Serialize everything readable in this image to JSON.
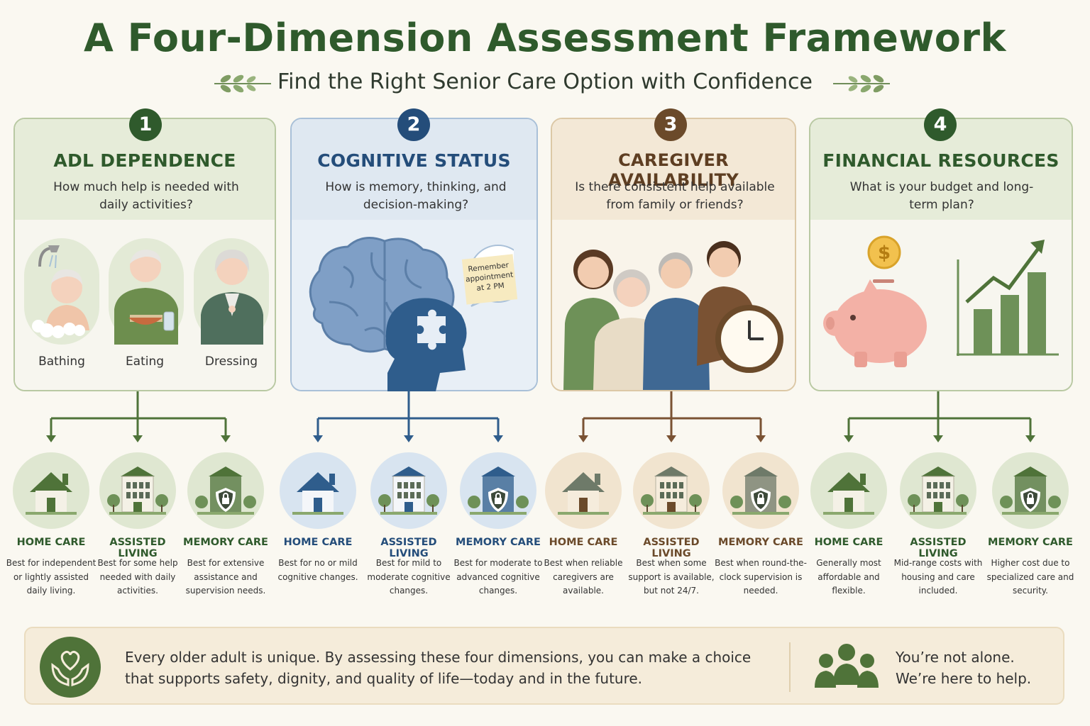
{
  "header": {
    "title": "A Four-Dimension Assessment Framework",
    "subtitle": "Find the Right Senior Care Option with Confidence"
  },
  "colors": {
    "green": "#2f5a2c",
    "blue": "#244d7a",
    "brown": "#6b4a2a",
    "financial_green": "#2f5a2c"
  },
  "dimensions": [
    {
      "number": "1",
      "title": "ADL DEPENDENCE",
      "question": "How much help is needed with daily activities?",
      "activities": [
        "Bathing",
        "Eating",
        "Dressing"
      ],
      "options": [
        {
          "name": "HOME CARE",
          "desc": "Best for independent or lightly assisted daily living."
        },
        {
          "name": "ASSISTED LIVING",
          "desc": "Best for some help needed with daily activities."
        },
        {
          "name": "MEMORY CARE",
          "desc": "Best for extensive assistance and supervision needs."
        }
      ]
    },
    {
      "number": "2",
      "title": "COGNITIVE STATUS",
      "question": "How is memory, thinking, and decision-making?",
      "note": "Remember appointment at 2 PM",
      "options": [
        {
          "name": "HOME CARE",
          "desc": "Best for no or mild cognitive changes."
        },
        {
          "name": "ASSISTED LIVING",
          "desc": "Best for mild to moderate cognitive changes."
        },
        {
          "name": "MEMORY CARE",
          "desc": "Best for moderate to advanced cognitive changes."
        }
      ]
    },
    {
      "number": "3",
      "title": "CAREGIVER AVAILABILITY",
      "question": "Is there consistent help available from family or friends?",
      "options": [
        {
          "name": "HOME CARE",
          "desc": "Best when reliable caregivers are available."
        },
        {
          "name": "ASSISTED LIVING",
          "desc": "Best when some support is available, but not 24/7."
        },
        {
          "name": "MEMORY CARE",
          "desc": "Best when round-the-clock supervision is needed."
        }
      ]
    },
    {
      "number": "4",
      "title": "FINANCIAL RESOURCES",
      "question": "What is your budget and long-term plan?",
      "options": [
        {
          "name": "HOME CARE",
          "desc": "Generally most affordable and flexible."
        },
        {
          "name": "ASSISTED LIVING",
          "desc": "Mid-range costs with housing and care included."
        },
        {
          "name": "MEMORY CARE",
          "desc": "Higher cost due to specialized care and security."
        }
      ]
    }
  ],
  "footer": {
    "message": "Every older adult is unique. By assessing these four dimensions, you can make a choice that supports safety, dignity, and quality of life—today and in the future.",
    "side_line1": "You’re not alone.",
    "side_line2": "We’re here to help."
  }
}
